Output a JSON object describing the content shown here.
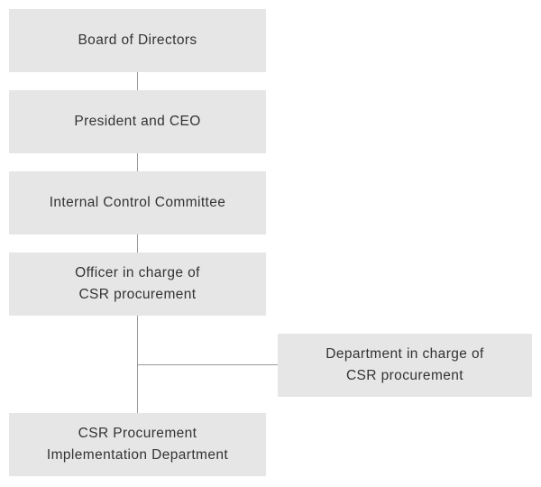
{
  "diagram": {
    "type": "org-chart",
    "colors": {
      "background": "#ffffff",
      "box_fill": "#e6e6e6",
      "text": "#333333",
      "connector": "#999999"
    },
    "nodes": {
      "board": {
        "label": "Board of Directors"
      },
      "president": {
        "label": "President and CEO"
      },
      "internal_control": {
        "label": "Internal Control Committee"
      },
      "officer": {
        "label": "Officer in charge of\nCSR procurement"
      },
      "department": {
        "label": "Department in charge of\nCSR procurement"
      },
      "implementation": {
        "label": "CSR Procurement\nImplementation Department"
      }
    },
    "edges": [
      {
        "from": "board",
        "to": "president"
      },
      {
        "from": "president",
        "to": "internal_control"
      },
      {
        "from": "internal_control",
        "to": "officer"
      },
      {
        "from": "officer",
        "to": "department"
      },
      {
        "from": "officer",
        "to": "implementation"
      }
    ]
  }
}
